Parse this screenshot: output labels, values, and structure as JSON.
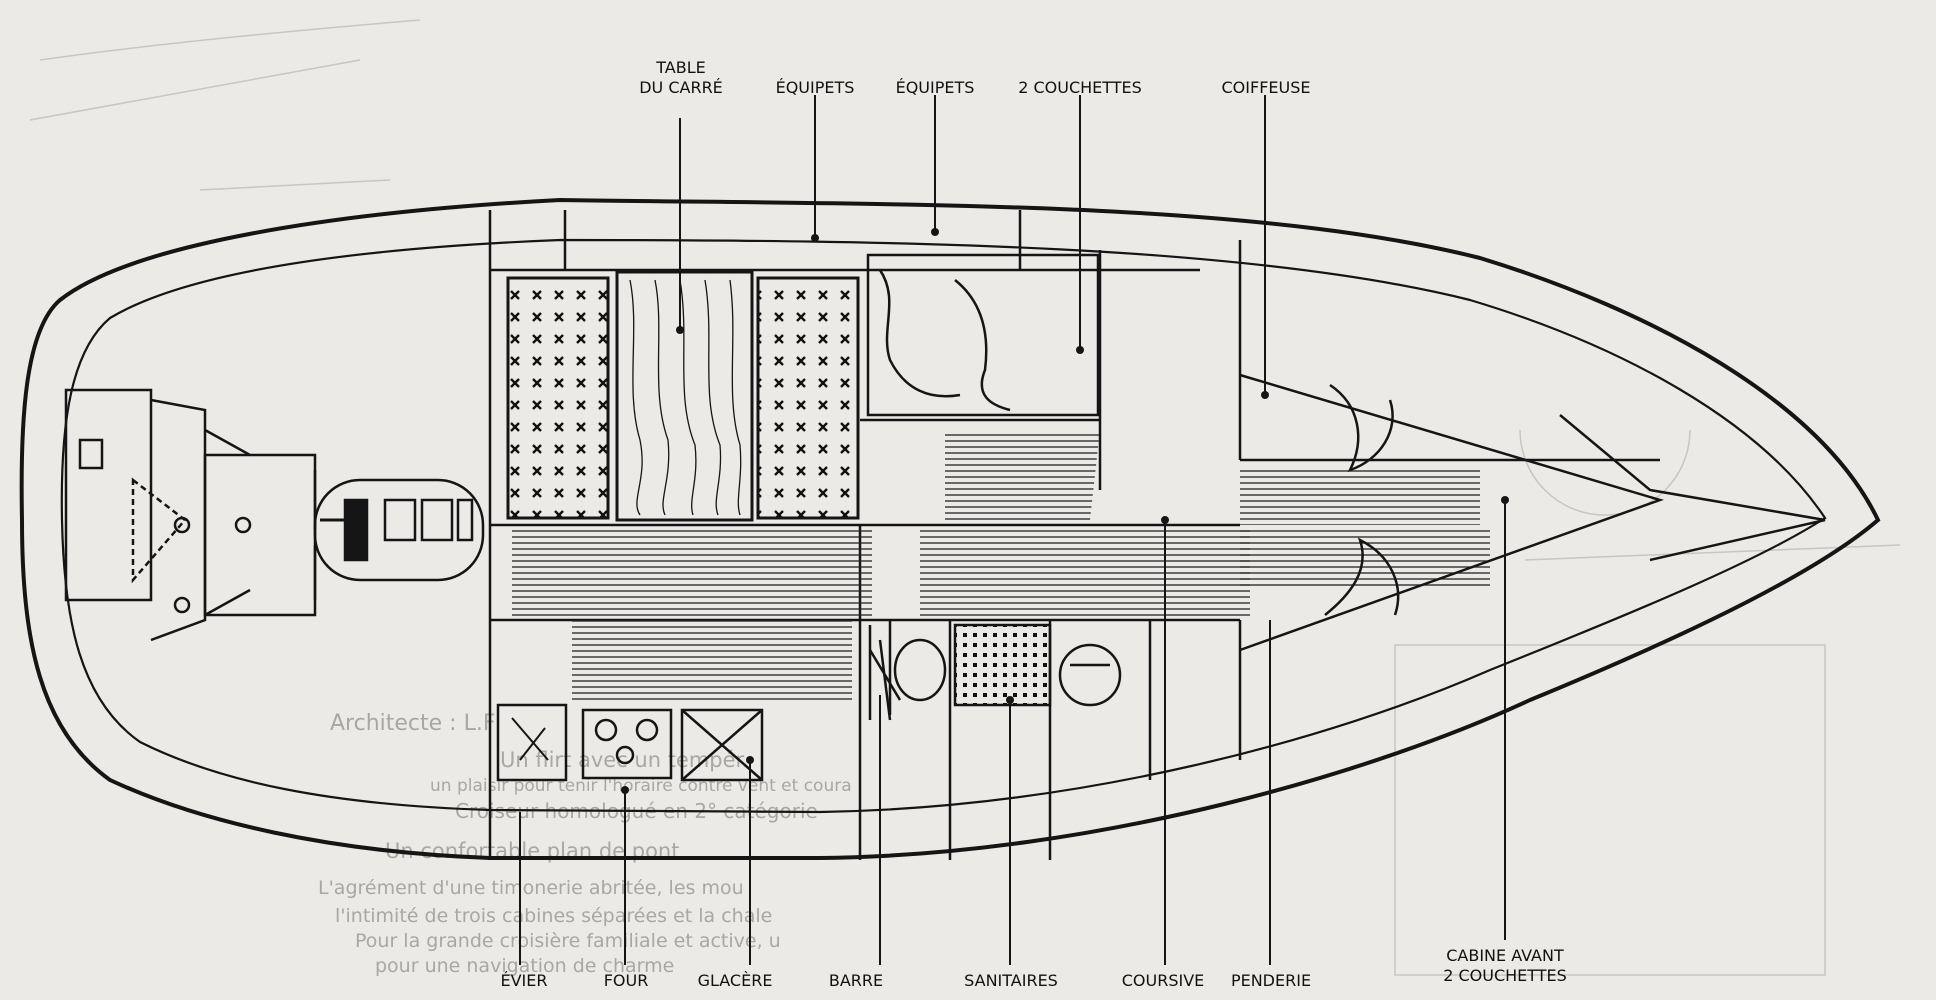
{
  "labels": {
    "table_du_carre": "TABLE\nDU CARRÉ",
    "equipets_1": "ÉQUIPETS",
    "equipets_2": "ÉQUIPETS",
    "deux_couchettes": "2 COUCHETTES",
    "coiffeuse": "COIFFEUSE",
    "evier": "ÉVIER",
    "four": "FOUR",
    "glaciere": "GLACÈRE",
    "barre": "BARRE",
    "sanitaires": "SANITAIRES",
    "coursive": "COURSIVE",
    "penderie": "PENDERIE",
    "cabine_avant": "CABINE AVANT\n2 COUCHETTES"
  },
  "background_text": {
    "architect": "Architecte : L.F",
    "line1": "Un flirt avec un tempér",
    "line2": "un plaisir pour tenir l'horaire contre vent et coura",
    "line3": "Croiseur homologué en 2° catégorie",
    "line4": "Un confortable plan de pont",
    "line5": "L'agrément d'une timonerie abritée, les mou",
    "line6": "l'intimité de trois cabines séparées et la chale",
    "line7": "Pour la grande croisière familiale et active, u",
    "line8": "pour une navigation de charme"
  },
  "colors": {
    "ink": "#151515",
    "paper": "#eceae6",
    "ghost": "#b9b7b3"
  }
}
